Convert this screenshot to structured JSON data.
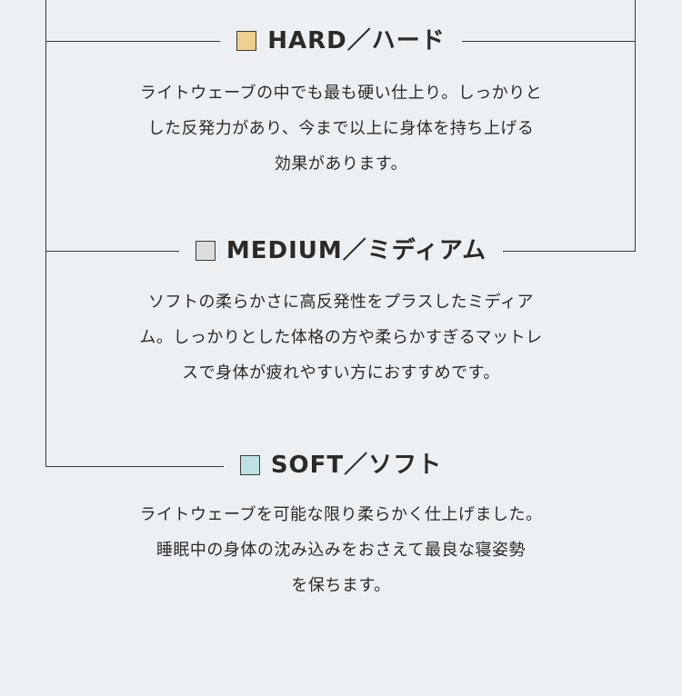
{
  "sections": [
    {
      "title": "HARD／ハード",
      "swatch_color": "#f0d08e",
      "description": [
        "ライトウェーブの中でも最も硬い仕上り。しっかりと",
        "した反発力があり、今まで以上に身体を持ち上げる",
        "効果があります。"
      ]
    },
    {
      "title": "MEDIUM／ミディアム",
      "swatch_color": "#dddddd",
      "description": [
        "ソフトの柔らかさに高反発性をプラスしたミディア",
        "ム。しっかりとした体格の方や柔らかすぎるマットレ",
        "スで身体が疲れやすい方におすすめです。"
      ]
    },
    {
      "title": "SOFT／ソフト",
      "swatch_color": "#bfe2e2",
      "description": [
        "ライトウェーブを可能な限り柔らかく仕上げました。",
        "睡眠中の身体の沈み込みをおさえて最良な寝姿勢",
        "を保ちます。"
      ]
    }
  ]
}
